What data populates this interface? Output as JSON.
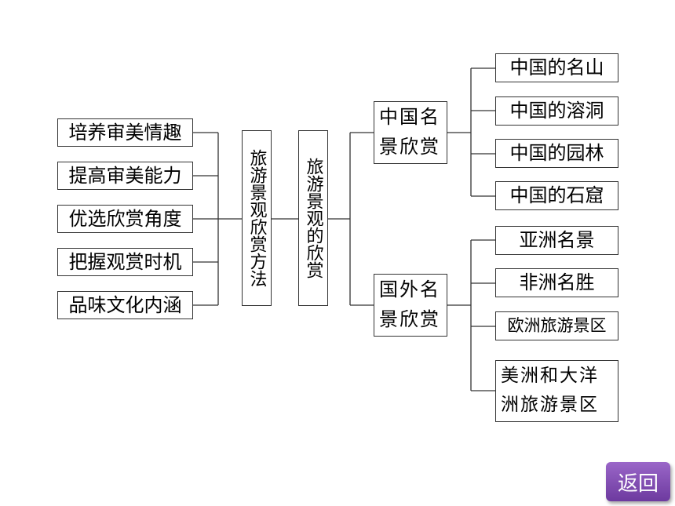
{
  "methods": {
    "items": [
      "培养审美情趣",
      "提高审美能力",
      "优选欣赏角度",
      "把握观赏时机",
      "品味文化内涵"
    ],
    "title": "旅游景观欣赏方法"
  },
  "center": {
    "title": "旅游景观的欣赏"
  },
  "domestic": {
    "label": "中国名景欣赏",
    "items": [
      "中国的名山",
      "中国的溶洞",
      "中国的园林",
      "中国的石窟"
    ]
  },
  "foreign": {
    "label": "国外名景欣赏",
    "items": [
      "亚洲名景",
      "非洲名胜",
      "欧洲旅游景区",
      "美洲和大洋洲旅游景区"
    ]
  },
  "nav": {
    "back_label": "返回",
    "back_color": "#7d48b0"
  }
}
